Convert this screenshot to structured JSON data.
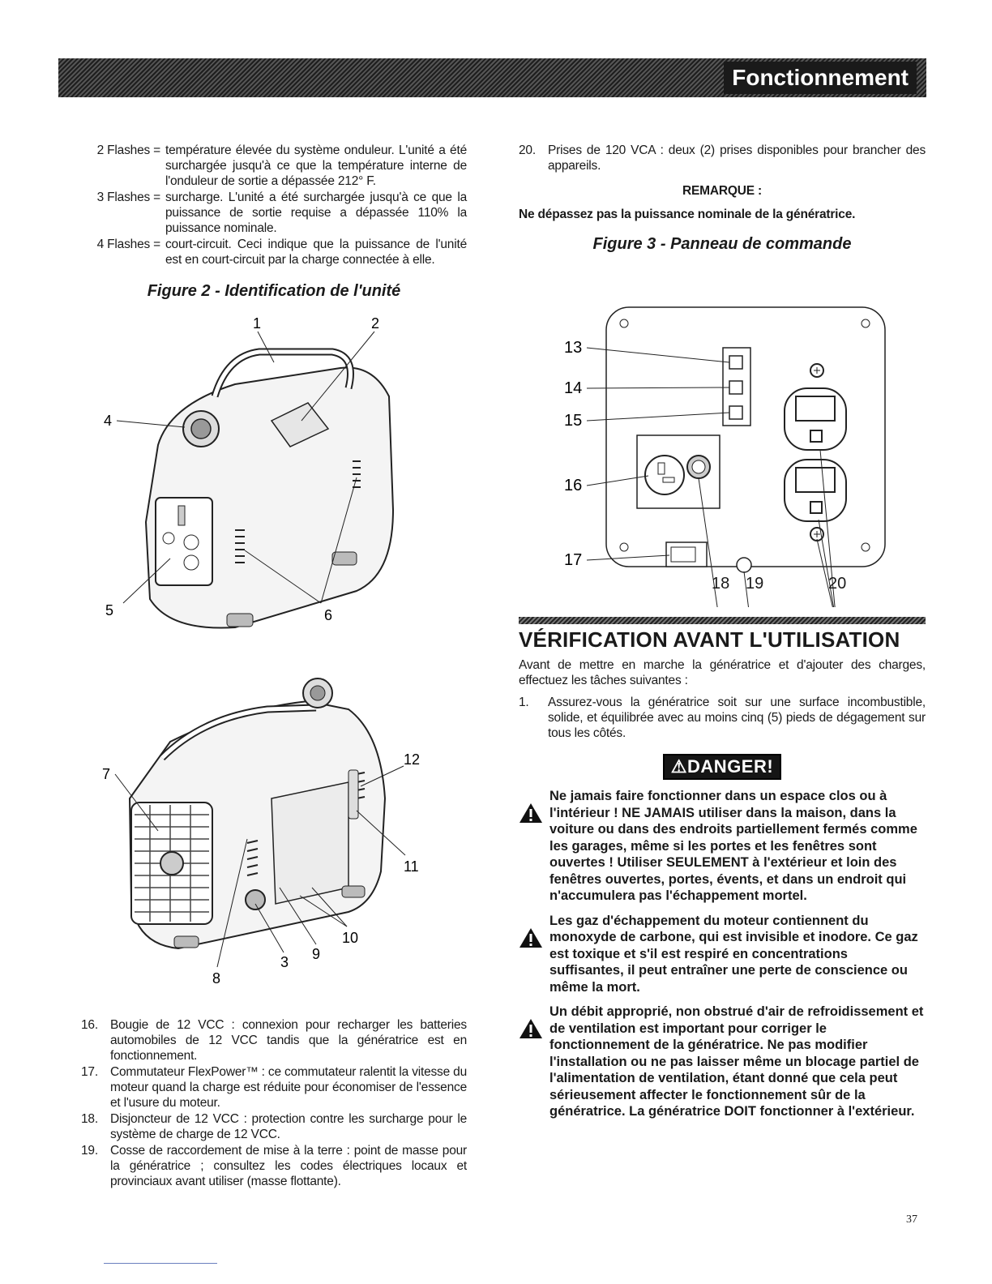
{
  "header": {
    "title": "Fonctionnement"
  },
  "left": {
    "flashes": [
      {
        "key": "2 Flashes =",
        "text": "température élevée du système onduleur. L'unité a été surchargée jusqu'à ce que la température interne de l'onduleur de sortie a dépassée 212° F."
      },
      {
        "key": "3 Flashes =",
        "text": "surcharge. L'unité a été surchargée jusqu'à ce que la puissance de sortie requise a dépassée 110% la puissance nominale."
      },
      {
        "key": "4 Flashes =",
        "text": "court-circuit. Ceci indique que la puissance de l'unité est en court-circuit par la charge connectée à elle."
      }
    ],
    "figure2_title": "Figure 2 - Identification de l'unité",
    "figure2_top_labels": [
      "1",
      "2",
      "4",
      "5",
      "6"
    ],
    "figure2_bottom_labels": [
      "7",
      "12",
      "11",
      "10",
      "9",
      "3",
      "8"
    ],
    "items": [
      {
        "n": "16.",
        "text": "Bougie de 12 VCC : connexion pour recharger les batteries automobiles de 12 VCC tandis que la génératrice est en fonctionnement."
      },
      {
        "n": "17.",
        "text": "Commutateur FlexPower™ : ce commutateur ralentit la vitesse du moteur quand la charge est réduite pour économiser de l'essence et l'usure du moteur."
      },
      {
        "n": "18.",
        "text": "Disjoncteur de 12 VCC : protection contre les surcharge pour le système de charge de 12 VCC."
      },
      {
        "n": "19.",
        "text": "Cosse de raccordement de mise à la terre : point de masse pour la génératrice ; consultez les codes électriques locaux et provinciaux avant utiliser (masse flottante)."
      }
    ]
  },
  "right": {
    "item20": {
      "n": "20.",
      "text": "Prises de 120 VCA : deux (2) prises disponibles pour brancher des appareils."
    },
    "remark_title": "REMARQUE :",
    "remark_text": "Ne dépassez pas la puissance nominale de la génératrice.",
    "figure3_title": "Figure 3 - Panneau de commande",
    "figure3_labels": [
      "13",
      "14",
      "15",
      "16",
      "17",
      "18",
      "19",
      "20"
    ],
    "section_title": "VÉRIFICATION AVANT L'UTILISATION",
    "intro": "Avant de mettre en marche la génératrice et d'ajouter des charges, effectuez les tâches suivantes :",
    "step1": {
      "n": "1.",
      "text": "Assurez-vous la génératrice soit sur une surface incombustible, solide, et équilibrée avec au moins cinq (5) pieds de dégagement sur tous les côtés."
    },
    "danger_label": "DANGER!",
    "warnings": [
      "Ne jamais faire fonctionner dans un espace clos ou à l'intérieur ! NE JAMAIS utiliser dans la maison, dans la voiture ou dans des endroits partiellement fermés comme les garages, même si les portes et les fenêtres sont ouvertes ! Utiliser SEULEMENT à l'extérieur et loin des fenêtres ouvertes, portes, évents, et dans un endroit qui n'accumulera pas l'échappement mortel.",
      "Les gaz d'échappement du moteur contiennent du monoxyde de carbone, qui est invisible et inodore. Ce gaz est toxique et s'il est respiré en concentrations suffisantes, il peut entraîner une perte de conscience ou même la mort.",
      "Un débit approprié, non obstrué d'air de refroidissement et de ventilation est important pour corriger le fonctionnement de la génératrice. Ne pas modifier l'installation ou ne pas laisser même un blocage partiel de l'alimentation de ventilation, étant donné que cela peut sérieusement affecter le fonctionnement sûr de la génératrice. La génératrice DOIT fonctionner à l'extérieur."
    ]
  },
  "footer": {
    "page": "37"
  }
}
